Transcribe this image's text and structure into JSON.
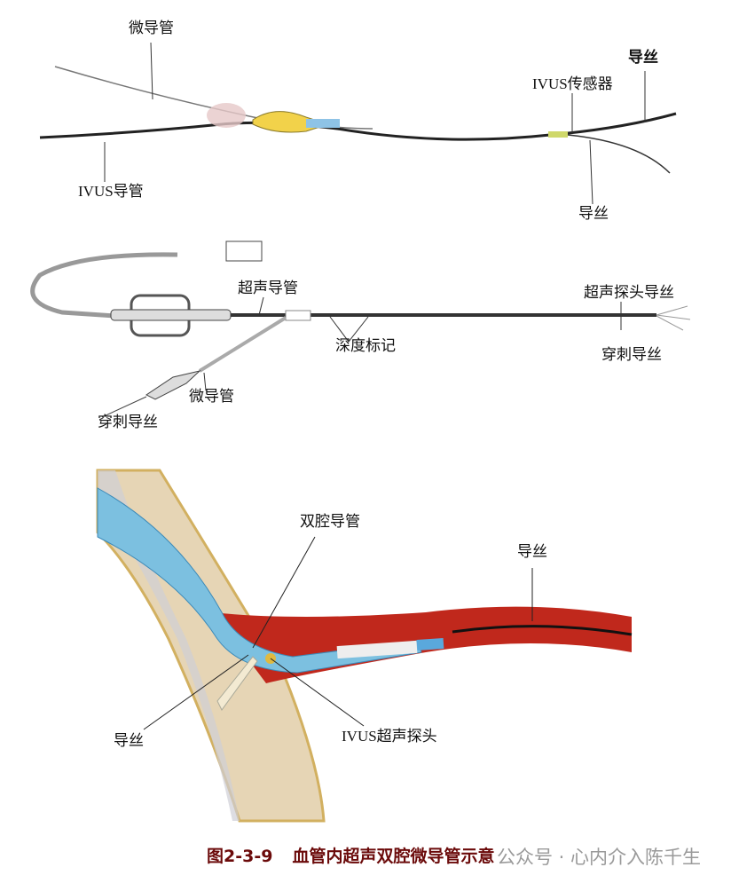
{
  "panel1": {
    "labels": {
      "microcatheter": "微导管",
      "guidewire_top": "导丝",
      "ivus_sensor": "IVUS传感器",
      "ivus_catheter": "IVUS导管",
      "guidewire_bottom": "导丝"
    }
  },
  "panel2": {
    "labels": {
      "ultrasound_catheter": "超声导管",
      "probe_guidewire": "超声探头导丝",
      "depth_marks": "深度标记",
      "puncture_wire_right": "穿刺导丝",
      "microcatheter": "微导管",
      "puncture_wire_left": "穿刺导丝"
    }
  },
  "panel3": {
    "labels": {
      "dual_lumen_catheter": "双腔导管",
      "guidewire_right": "导丝",
      "guidewire_left": "导丝",
      "ivus_probe": "IVUS超声探头"
    },
    "colors": {
      "vessel": "#c0281c",
      "catheter": "#7cc0e0",
      "tissue": "#e6d5b5"
    }
  },
  "caption": {
    "figure_number": "图2-3-9",
    "title": "血管内超声双腔微导管示意"
  },
  "watermark": "公众号 · 心内介入陈千生"
}
